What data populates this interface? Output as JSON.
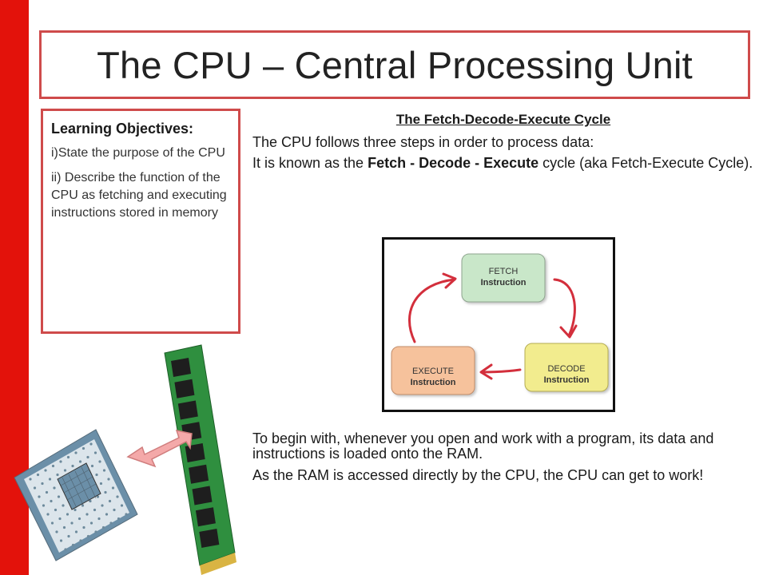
{
  "slide": {
    "title": "The CPU – Central Processing Unit",
    "accent_color": "#e3120b",
    "box_border_color": "#cf4b4b"
  },
  "objectives": {
    "heading": "Learning Objectives:",
    "items": [
      "i)State the purpose of the CPU",
      "ii) Describe the function of the CPU as fetching and executing instructions stored in memory"
    ]
  },
  "content": {
    "cycle_title": "The Fetch-Decode-Execute Cycle",
    "para1": "The CPU follows three steps in order to process data:",
    "para2_pre": "It is known as the ",
    "para2_bold": "Fetch - Decode - Execute",
    "para2_post": " cycle (aka Fetch-Execute Cycle).",
    "para3": "To begin with, whenever you open and work with a program, its data and instructions is loaded onto the RAM.",
    "para4": "As the RAM is accessed directly by the CPU, the CPU can get to work!"
  },
  "diagram": {
    "fetch": {
      "line1": "FETCH",
      "line2": "Instruction",
      "color": "#c9e7c9"
    },
    "decode": {
      "line1": "DECODE",
      "line2": "Instruction",
      "color": "#f2ec8e"
    },
    "execute": {
      "line1": "EXECUTE",
      "line2": "Instruction",
      "color": "#f6c29c"
    },
    "arrow_color": "#d32f3c"
  },
  "illustration": {
    "arrow_color": "#f4a9a9",
    "ram_color": "#2f8f3f",
    "chip_color": "#6b8fa8"
  }
}
